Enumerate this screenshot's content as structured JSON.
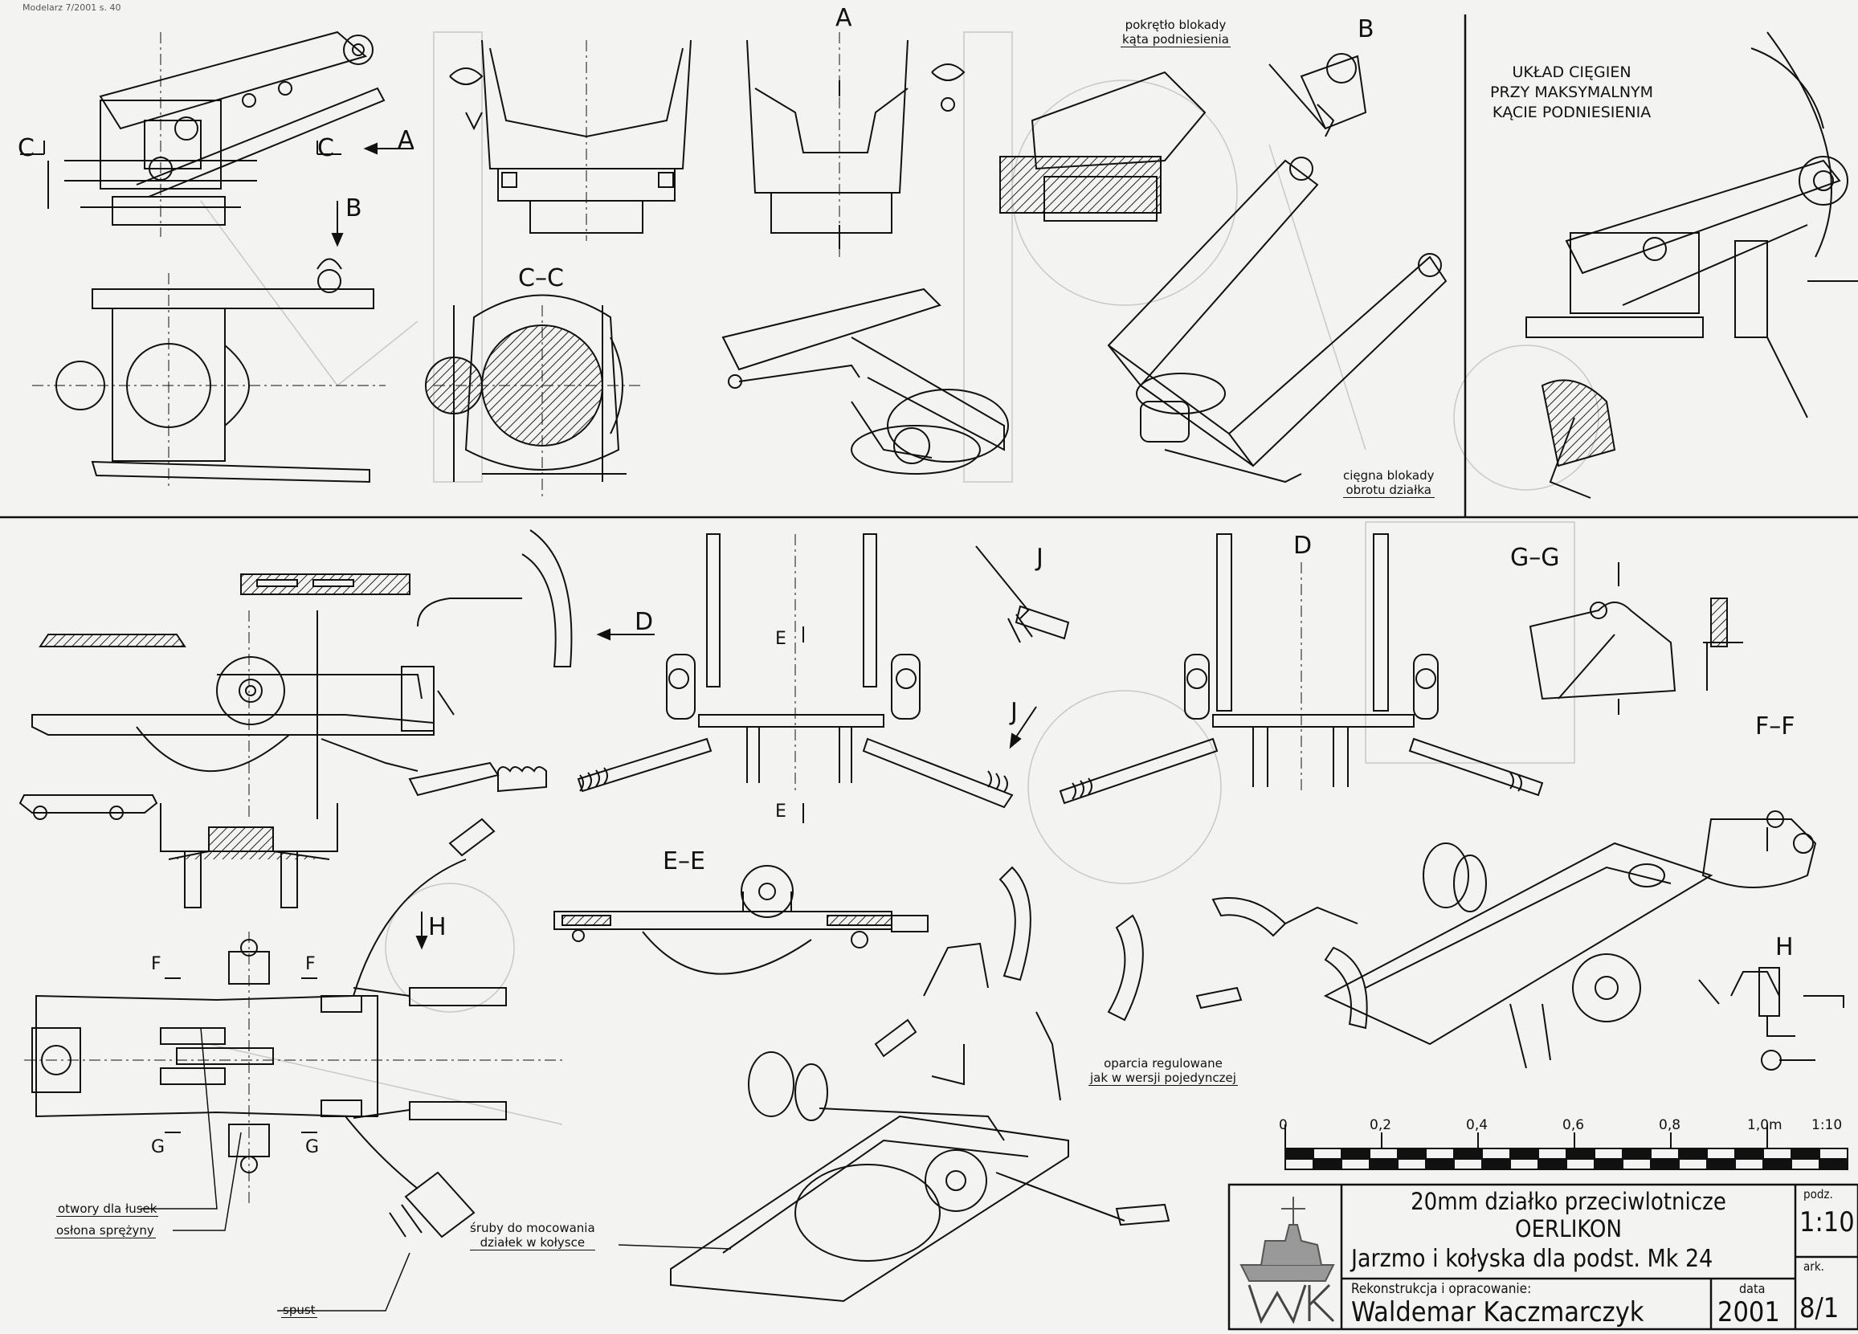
{
  "header": {
    "text": "Modelarz 7/2001 s. 40"
  },
  "views": {
    "A": "A",
    "B": "B",
    "C": "C",
    "CC": "C–C",
    "D": "D",
    "E": "E",
    "EE": "E–E",
    "F": "F",
    "FF": "F–F",
    "G": "G",
    "GG": "G–G",
    "H": "H",
    "J": "J"
  },
  "notes": {
    "knob_line1": "pokrętło blokady",
    "knob_line2": "kąta podniesienia",
    "linkage_line1": "UKŁAD CIĘGIEN",
    "linkage_line2": "PRZY MAKSYMALNYM",
    "linkage_line3": "KĄCIE PODNIESIENIA",
    "rods_line1": "cięgna blokady",
    "rods_line2": "obrotu działka",
    "rests_line1": "oparcia regulowane",
    "rests_line2": "jak w wersji pojedynczej",
    "screws_line1": "śruby do mocowania",
    "screws_line2": "działek w kołysce",
    "holes": "otwory dla łusek",
    "cover": "osłona sprężyny",
    "trigger": "spust"
  },
  "scale_bar": {
    "ticks": [
      "0",
      "0,2",
      "0,4",
      "0,6",
      "0,8",
      "1,0m"
    ],
    "ratio": "1:10"
  },
  "title_block": {
    "line1": "20mm działko przeciwlotnicze",
    "line2": "OERLIKON",
    "line3": "Jarzmo i kołyska dla podst. Mk 24",
    "credit_label": "Rekonstrukcja i opracowanie:",
    "author": "Waldemar Kaczmarczyk",
    "scale_label": "podz.",
    "scale_value": "1:10",
    "date_label": "data",
    "date_value": "2001",
    "sheet_label": "ark.",
    "sheet_value": "8/1",
    "logo": "WK"
  }
}
